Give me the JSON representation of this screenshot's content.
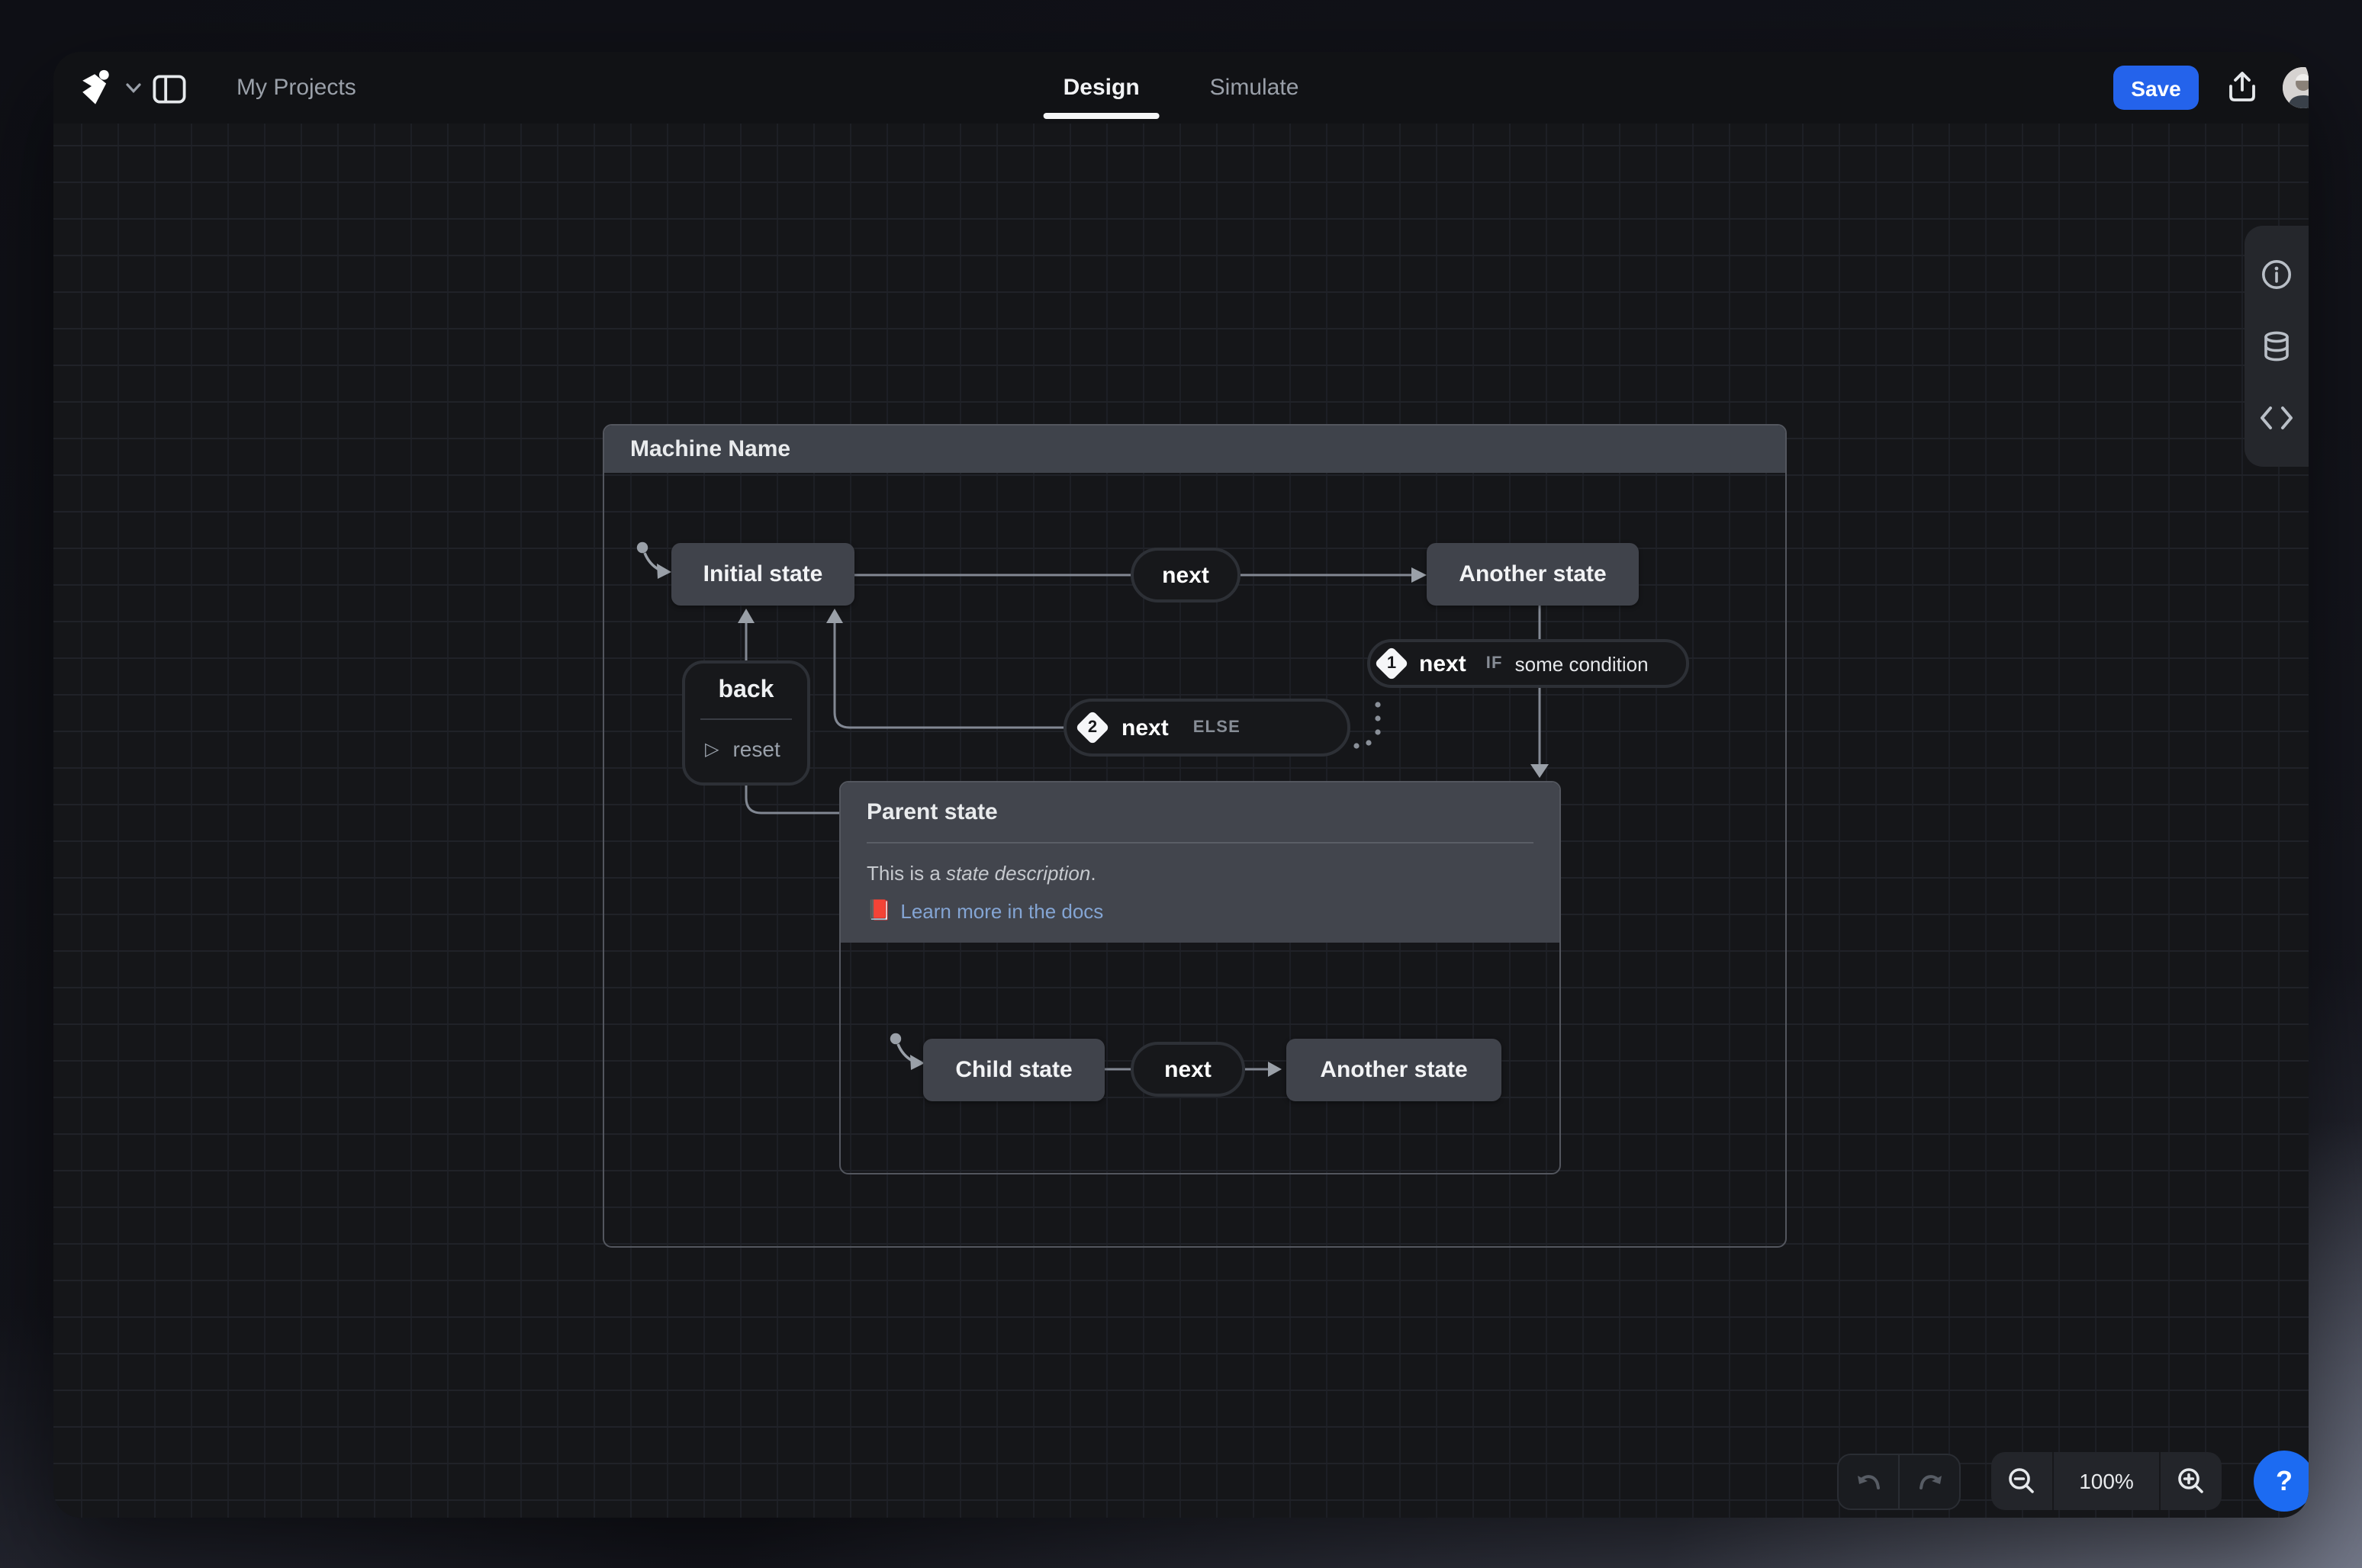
{
  "topbar": {
    "project_label": "My Projects",
    "tab_design": "Design",
    "tab_simulate": "Simulate",
    "save_label": "Save"
  },
  "machine": {
    "name": "Machine Name",
    "states": {
      "initial": "Initial state",
      "another": "Another state"
    },
    "transitions": {
      "top_event": "next",
      "guarded": {
        "order": "1",
        "event": "next",
        "keyword": "IF",
        "condition": "some condition"
      },
      "else": {
        "order": "2",
        "event": "next",
        "keyword": "ELSE"
      },
      "back": {
        "event": "back",
        "action_icon": "▷",
        "action": "reset"
      }
    },
    "parent": {
      "title": "Parent state",
      "desc_prefix": "This is a ",
      "desc_italic": "state description",
      "desc_suffix": ".",
      "docs_icon": "📕",
      "docs_label": "Learn more in the docs",
      "child": {
        "initial": "Child state",
        "event": "next",
        "another": "Another state"
      }
    }
  },
  "controls": {
    "zoom_value": "100%",
    "help_label": "?"
  },
  "colors": {
    "accent_blue": "#2463eb",
    "help_blue": "#1c6bf2",
    "link_blue": "#84a5d4",
    "node_gray": "#40434b"
  }
}
